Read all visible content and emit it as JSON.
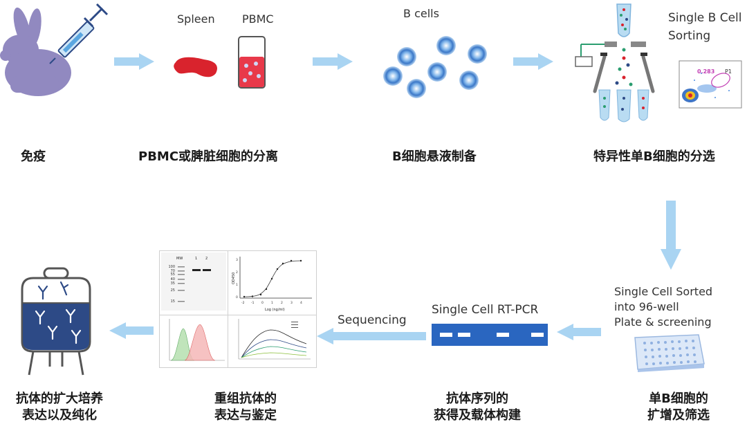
{
  "top_labels": {
    "spleen": "Spleen",
    "pbmc": "PBMC",
    "b_cells": "B cells",
    "sorting_line1": "Single B Cell",
    "sorting_line2": "Sorting"
  },
  "steps_row1": {
    "immunization": "免疫",
    "separation": "PBMC或脾脏细胞的分离",
    "suspension": "B细胞悬液制备",
    "sorting": "特异性单B细胞的分选"
  },
  "middle_labels": {
    "sorted_line1": "Single Cell Sorted",
    "sorted_line2": "into 96-well",
    "sorted_line3": "Plate & screening",
    "rtpcr": "Single Cell RT-PCR",
    "sequencing": "Sequencing"
  },
  "steps_row2": {
    "expansion_l1": "单B细胞的",
    "expansion_l2": "扩增及筛选",
    "sequence_l1": "抗体序列的",
    "sequence_l2": "获得及载体构建",
    "recombinant_l1": "重组抗体的",
    "recombinant_l2": "表达与鉴定",
    "production_l1": "抗体的扩大培养",
    "production_l2": "表达以及纯化"
  },
  "flow": {
    "gate_value": "0.283",
    "gate_label": "P1"
  },
  "gel": {
    "lane_labels": [
      "MW",
      "1",
      "2"
    ],
    "marker_values": [
      "100",
      "70",
      "55",
      "40",
      "35",
      "25",
      "15"
    ]
  },
  "elisa": {
    "xlabel": "Log (ng/ml)",
    "ylabel": "OD450",
    "x_ticks": [
      "-2",
      "-1",
      "0",
      "1",
      "2",
      "3",
      "4"
    ],
    "y_ticks": [
      "0",
      "1",
      "2",
      "3"
    ]
  },
  "colors": {
    "arrow": "#a9d4f2",
    "purple": "#9189c0",
    "red": "#d9232d",
    "navy": "#2d4a86",
    "blue_bar": "#2a66c0"
  }
}
